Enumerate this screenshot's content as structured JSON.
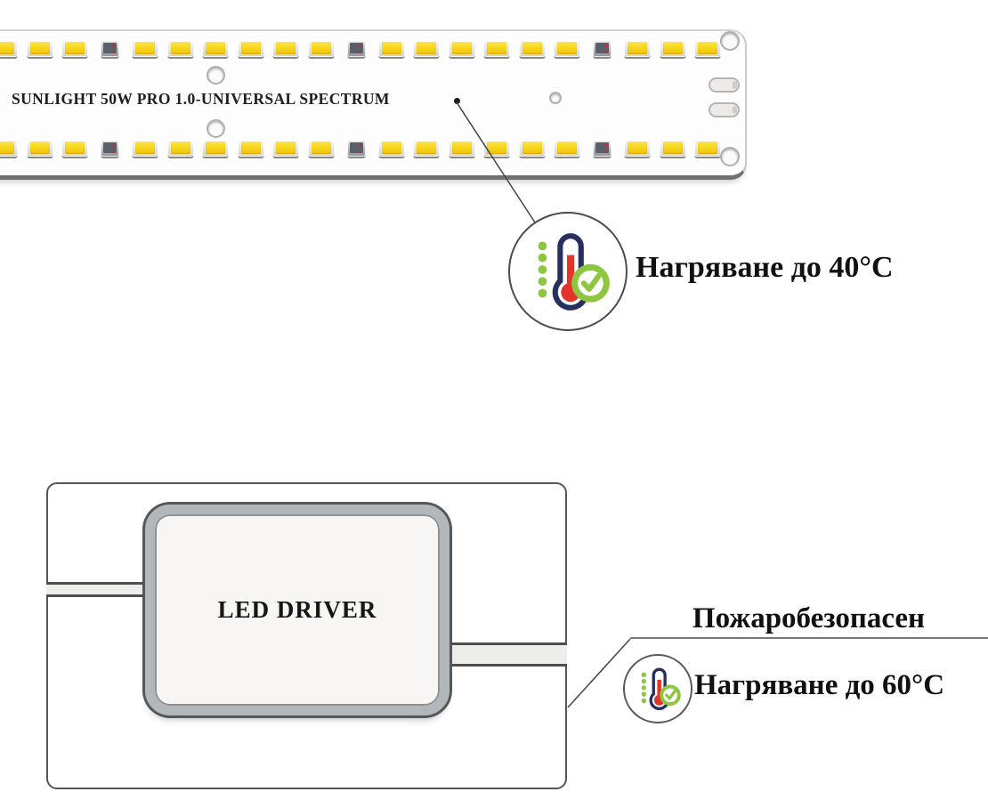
{
  "board": {
    "title": "SUNLIGHT 50W PRO 1.0-UNIVERSAL SPECTRUM",
    "led_rows": 2,
    "leds_per_row": 21,
    "special_led_indices": [
      3,
      10,
      17
    ]
  },
  "callouts": {
    "top": {
      "icon": "thermometer-check-icon",
      "label": "Нагряване до 40°C"
    },
    "bottom": {
      "icon": "thermometer-check-icon",
      "label": "Нагряване до 60°C"
    },
    "fire_safe_label": "Пожаробезопасен"
  },
  "driver": {
    "label": "LED DRIVER"
  },
  "colors": {
    "led_yellow": "#f7d51a",
    "board_white": "#fdfdfd",
    "thermometer_navy": "#272f5e",
    "thermometer_red": "#e5332a",
    "check_green": "#8dc63f",
    "callout_line": "#4a4a4a"
  }
}
